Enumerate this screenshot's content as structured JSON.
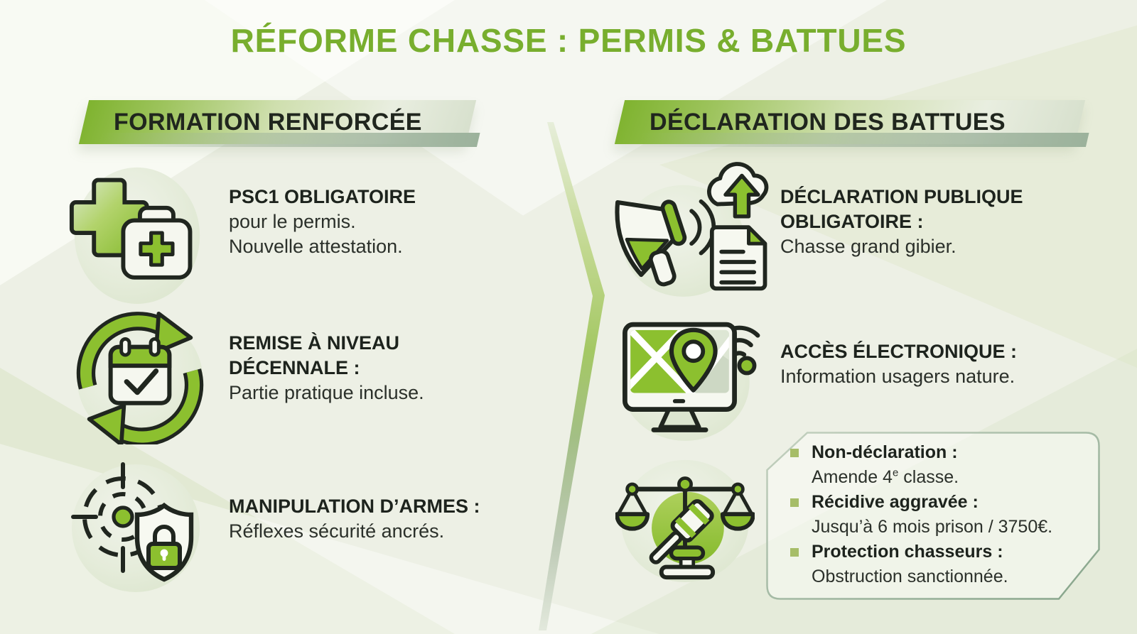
{
  "title": "RÉFORME CHASSE : PERMIS & BATTUES",
  "colors": {
    "background": "#edf0e5",
    "accent_green": "#78ae2e",
    "icon_green": "#8cc02f",
    "text_dark": "#20261f",
    "banner_gradient_start": "#7fb32f",
    "banner_gradient_end": "#d7e0cd",
    "sage_shadow": "#9cb29c",
    "bullet_green": "#a6bd68",
    "box_border": "#9bb29b"
  },
  "left_section": {
    "header": "FORMATION RENFORCÉE",
    "items": [
      {
        "icon": "first-aid-kit-icon",
        "title_lines": [
          "PSC1 OBLIGATOIRE"
        ],
        "body_lines": [
          "pour le permis.",
          "Nouvelle attestation."
        ]
      },
      {
        "icon": "renewal-calendar-icon",
        "title_lines": [
          "REMISE À NIVEAU",
          "DÉCENNALE :"
        ],
        "body_lines": [
          "Partie pratique incluse."
        ]
      },
      {
        "icon": "target-shield-lock-icon",
        "title_lines": [
          "MANIPULATION D’ARMES :"
        ],
        "body_lines": [
          "Réflexes sécurité ancrés."
        ]
      }
    ]
  },
  "right_section": {
    "header": "DÉCLARATION DES BATTUES",
    "items": [
      {
        "icon": "megaphone-cloud-upload-icon",
        "title_lines": [
          "DÉCLARATION PUBLIQUE",
          "OBLIGATOIRE :"
        ],
        "body_lines": [
          "Chasse grand gibier."
        ]
      },
      {
        "icon": "monitor-map-wifi-icon",
        "title_lines": [
          "ACCÈS ÉLECTRONIQUE :"
        ],
        "body_lines": [
          "Information usagers nature."
        ]
      }
    ],
    "sanctions_box": {
      "icon": "justice-scale-gavel-icon",
      "bullets": [
        {
          "label": "Non-déclaration :",
          "detail_prefix": "Amende 4",
          "detail_sup": "e",
          "detail_suffix": " classe."
        },
        {
          "label": "Récidive aggravée :",
          "detail_prefix": "Jusqu’à 6 mois prison / 3750€.",
          "detail_sup": "",
          "detail_suffix": ""
        },
        {
          "label": "Protection chasseurs :",
          "detail_prefix": "Obstruction sanctionnée.",
          "detail_sup": "",
          "detail_suffix": ""
        }
      ]
    }
  }
}
